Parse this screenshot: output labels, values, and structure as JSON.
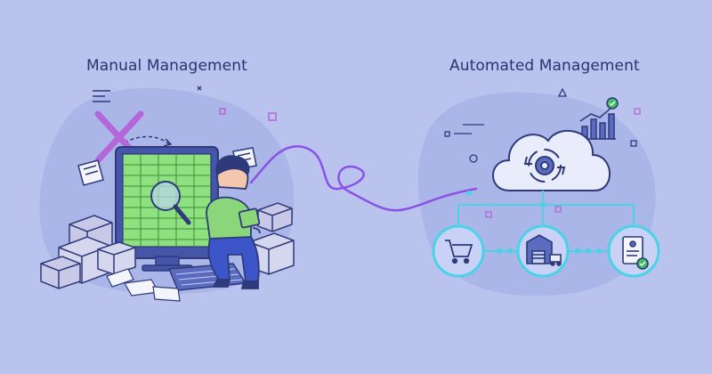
{
  "titles": {
    "left": "Manual Management",
    "right": "Automated Management"
  },
  "colors": {
    "background": "#b9c3ee",
    "blob": "#aab5e8",
    "outline": "#2e3a7a",
    "screen_green": "#8fe07e",
    "shirt_green": "#8bd67a",
    "pants_blue": "#3c55c8",
    "cross_purple": "#b467d8",
    "curve_purple": "#8b52e6",
    "node_cyan": "#4ad3e6",
    "box_tan": "#c7c9e6",
    "check_green": "#3dbd5b"
  },
  "icons": {
    "left": [
      "cross-icon",
      "monitor-spreadsheet",
      "magnifier-icon",
      "person-with-tablet",
      "cardboard-boxes",
      "keyboard",
      "paper-documents"
    ],
    "right": [
      "cloud-sync-gear-icon",
      "bar-chart-icon",
      "shopping-cart-icon",
      "warehouse-truck-icon",
      "document-check-icon"
    ]
  }
}
